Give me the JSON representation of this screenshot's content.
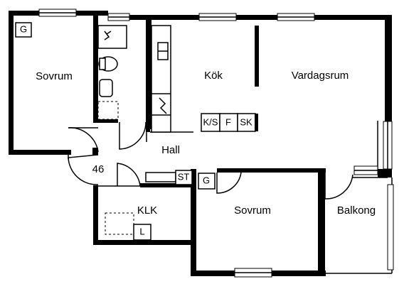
{
  "rooms": {
    "sovrum_left": "Sovrum",
    "kok": "Kök",
    "vardagsrum": "Vardagsrum",
    "hall": "Hall",
    "klk": "KLK",
    "sovrum_bottom": "Sovrum",
    "balkong": "Balkong"
  },
  "fixtures": {
    "g_left": "G",
    "ks": "K/S",
    "f": "F",
    "sk": "SK",
    "st": "ST",
    "g_right": "G",
    "l": "L"
  },
  "measurements": {
    "door_width": "46"
  }
}
